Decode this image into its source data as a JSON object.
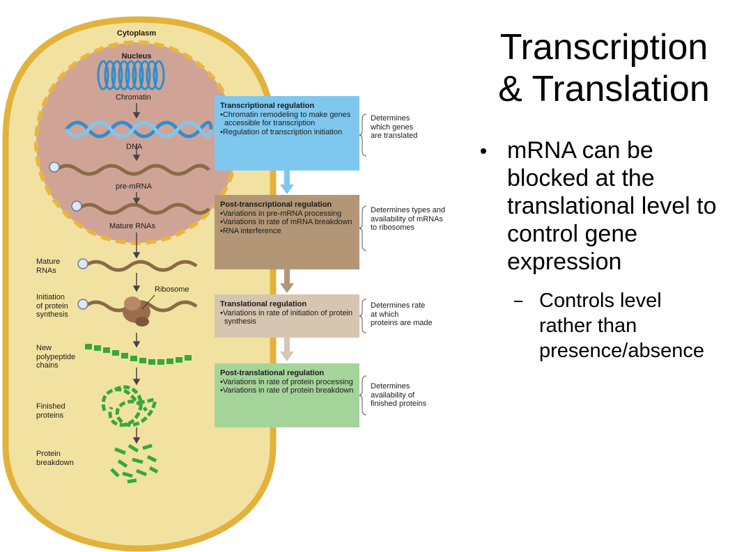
{
  "slide": {
    "title_line1": "Transcription",
    "title_line2": "& Translation",
    "bullet_main": "mRNA can be blocked at the translational level to control gene expression",
    "bullet_sub": "Controls level rather than presence/absence"
  },
  "figure": {
    "cell_labels": {
      "cytoplasm": "Cytoplasm",
      "nucleus": "Nucleus",
      "chromatin": "Chromatin",
      "dna": "DNA",
      "pre_mrna": "pre-mRNA",
      "mature_rnas_nucleus": "Mature RNAs",
      "mature_rnas": "Mature\nRNAs",
      "ribosome": "Ribosome",
      "initiation": "Initiation\nof protein\nsynthesis",
      "new_chains": "New\npolypeptide\nchains",
      "finished": "Finished\nproteins",
      "breakdown": "Protein\nbreakdown"
    },
    "regulation_boxes": [
      {
        "title": "Transcriptional regulation",
        "items": [
          "Chromatin remodeling to make genes accessible for transcription",
          "Regulation of transcription initiation"
        ],
        "note": "Determines\nwhich genes\nare translated",
        "color": "#7ec8f0"
      },
      {
        "title": "Post-transcriptional regulation",
        "items": [
          "Variations in pre-mRNA processing",
          "Variations in rate of mRNA breakdown",
          "RNA interference"
        ],
        "note": "Determines types and\navailability of mRNAs\nto ribosomes",
        "color": "#b39676"
      },
      {
        "title": "Translational regulation",
        "items": [
          "Variations in rate of initiation of protein synthesis"
        ],
        "note": "Determines rate\nat which\nproteins are made",
        "color": "#d6c5b0"
      },
      {
        "title": "Post-translational regulation",
        "items": [
          "Variations in rate of protein processing",
          "Variations in rate of protein breakdown"
        ],
        "note": "Determines\navailability of\nfinished proteins",
        "color": "#a5d49a"
      }
    ],
    "colors": {
      "cytoplasm_fill": "#f2e2a2",
      "cytoplasm_border": "#e2b23a",
      "nucleus_fill": "#cfa496",
      "nucleus_border": "#e8b542",
      "dna": "#3a9ad6",
      "mrna": "#8a6a46",
      "protein": "#35a83a"
    }
  }
}
